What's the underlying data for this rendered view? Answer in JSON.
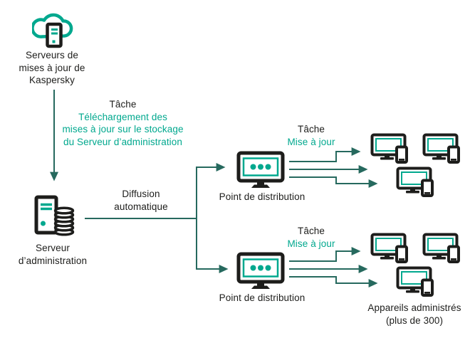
{
  "palette": {
    "accent_teal": "#00A88E",
    "connector_teal": "#26695E",
    "ink": "#1D1D1B",
    "background": "#FFFFFF"
  },
  "nodes": {
    "update_servers": {
      "icon": "cloud-server-icon",
      "label_lines": [
        "Serveurs de",
        "mises à jour de",
        "Kaspersky"
      ]
    },
    "admin_server": {
      "icon": "server-database-icon",
      "label_lines": [
        "Serveur",
        "d’administration"
      ]
    },
    "distribution_point_1": {
      "icon": "monitor-icon",
      "label": "Point de distribution"
    },
    "distribution_point_2": {
      "icon": "monitor-icon",
      "label": "Point de distribution"
    },
    "managed_devices": {
      "icon": "desktop-phone-icon",
      "device_icon_count": 6,
      "label_lines": [
        "Appareils administrés",
        "(plus de 300)"
      ]
    }
  },
  "edges": {
    "download_task": {
      "title": "Tâche",
      "detail_lines": [
        "Téléchargement des",
        "mises à jour sur le stockage",
        "du Serveur d’administration"
      ]
    },
    "auto_distribution": {
      "label_lines": [
        "Diffusion",
        "automatique"
      ]
    },
    "update_task_1": {
      "title": "Tâche",
      "detail": "Mise à jour"
    },
    "update_task_2": {
      "title": "Tâche",
      "detail": "Mise à jour"
    }
  }
}
